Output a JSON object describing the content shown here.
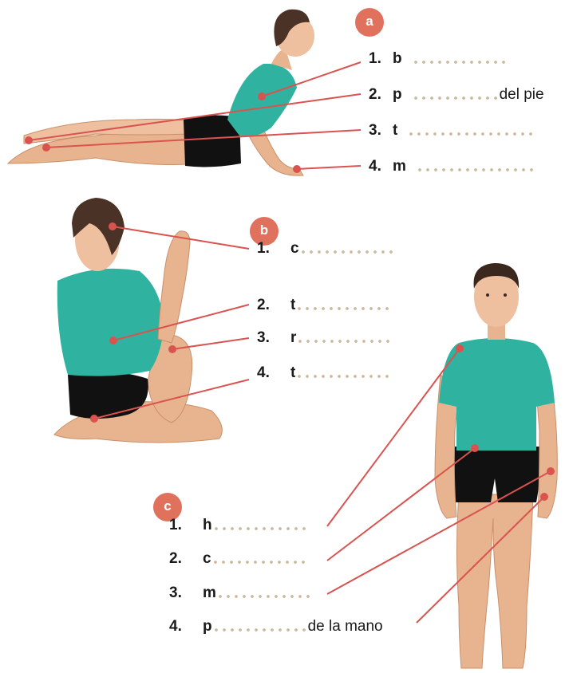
{
  "sections": [
    {
      "badge": "a",
      "items": [
        {
          "num": "1.",
          "letter": "b",
          "suffix": ""
        },
        {
          "num": "2.",
          "letter": "p",
          "suffix": "del pie"
        },
        {
          "num": "3.",
          "letter": "t",
          "suffix": ""
        },
        {
          "num": "4.",
          "letter": "m",
          "suffix": ""
        }
      ]
    },
    {
      "badge": "b",
      "items": [
        {
          "num": "1.",
          "letter": "c",
          "suffix": ""
        },
        {
          "num": "2.",
          "letter": "t",
          "suffix": ""
        },
        {
          "num": "3.",
          "letter": "r",
          "suffix": ""
        },
        {
          "num": "4.",
          "letter": "t",
          "suffix": ""
        }
      ]
    },
    {
      "badge": "c",
      "items": [
        {
          "num": "1.",
          "letter": "h",
          "suffix": ""
        },
        {
          "num": "2.",
          "letter": "c",
          "suffix": ""
        },
        {
          "num": "3.",
          "letter": "m",
          "suffix": ""
        },
        {
          "num": "4.",
          "letter": "p",
          "suffix": "de la mano"
        }
      ]
    }
  ],
  "colors": {
    "badge": "#e0715d",
    "leader_line": "#d9534f",
    "shirt": "#2fb3a0",
    "shorts": "#111111",
    "skin": "#e8b48f",
    "hair": "#4a3326",
    "dots": "#c9b89a"
  }
}
